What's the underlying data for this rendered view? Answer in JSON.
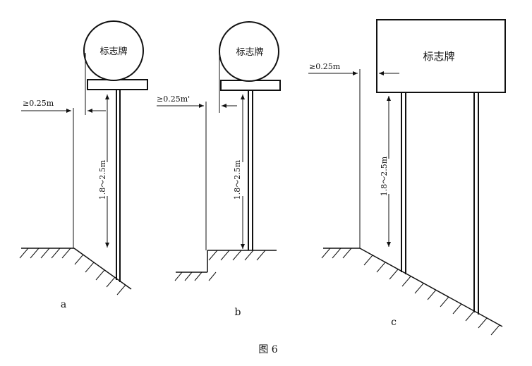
{
  "sign_label": "标志牌",
  "clearance_label": "≥0.25m",
  "clearance_label_b": "≥0.25m'",
  "height_label": "1.8～2.5m",
  "panels": [
    {
      "id": "a",
      "label": "a"
    },
    {
      "id": "b",
      "label": "b"
    },
    {
      "id": "c",
      "label": "c"
    }
  ],
  "caption": "图 6",
  "colors": {
    "ink": "#111111",
    "background": "#ffffff"
  }
}
